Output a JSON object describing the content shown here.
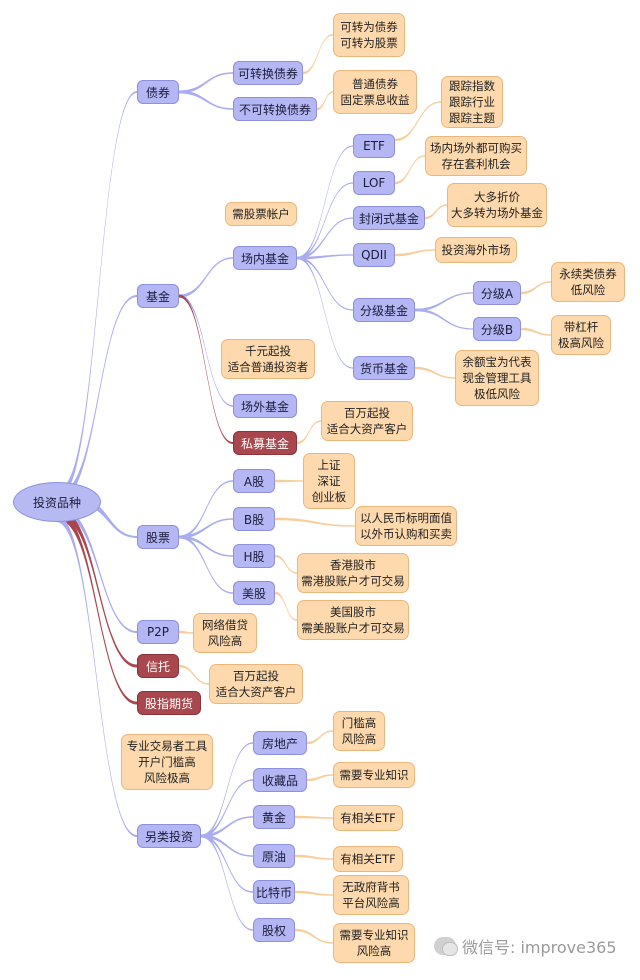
{
  "root": "投资品种",
  "categories": {
    "bonds": "债券",
    "funds": "基金",
    "stocks": "股票",
    "p2p": "P2P",
    "trust": "信托",
    "index_futures": "股指期货",
    "alternative": "另类投资"
  },
  "bonds": {
    "convertible": "可转换债券",
    "convertible_note": [
      "可转为债券",
      "可转为股票"
    ],
    "nonconvertible": "不可转换债券",
    "nonconvertible_note": [
      "普通债券",
      "固定票息收益"
    ]
  },
  "funds": {
    "onexchange": "场内基金",
    "onexchange_note": "需股票帐户",
    "etf": "ETF",
    "etf_note": [
      "跟踪指数",
      "跟踪行业",
      "跟踪主题"
    ],
    "lof": "LOF",
    "lof_note": [
      "场内场外都可购买",
      "存在套利机会"
    ],
    "closed": "封闭式基金",
    "closed_note": [
      "大多折价",
      "大多转为场外基金"
    ],
    "qdii": "QDII",
    "qdii_note": "投资海外市场",
    "graded": "分级基金",
    "graded_a": "分级A",
    "graded_a_note": [
      "永续类债券",
      "低风险"
    ],
    "graded_b": "分级B",
    "graded_b_note": [
      "带杠杆",
      "极高风险"
    ],
    "money": "货币基金",
    "money_note": [
      "余额宝为代表",
      "现金管理工具",
      "极低风险"
    ],
    "offexchange": "场外基金",
    "offexchange_note": [
      "千元起投",
      "适合普通投资者"
    ],
    "private": "私募基金",
    "private_note": [
      "百万起投",
      "适合大资产客户"
    ]
  },
  "stocks": {
    "a": "A股",
    "a_note": [
      "上证",
      "深证",
      "创业板"
    ],
    "b": "B股",
    "b_note": [
      "以人民币标明面值",
      "以外币认购和买卖"
    ],
    "h": "H股",
    "h_note": [
      "香港股市",
      "需港股账户才可交易"
    ],
    "us": "美股",
    "us_note": [
      "美国股市",
      "需美股账户才可交易"
    ]
  },
  "p2p_note": [
    "网络借贷",
    "风险高"
  ],
  "trust_note": [
    "百万起投",
    "适合大资产客户"
  ],
  "futures_note": [
    "专业交易者工具",
    "开户门槛高",
    "风险极高"
  ],
  "alternative": {
    "realestate": "房地产",
    "realestate_note": [
      "门槛高",
      "风险高"
    ],
    "collectibles": "收藏品",
    "collectibles_note": "需要专业知识",
    "gold": "黄金",
    "gold_note": "有相关ETF",
    "oil": "原油",
    "oil_note": "有相关ETF",
    "bitcoin": "比特币",
    "bitcoin_note": [
      "无政府背书",
      "平台风险高"
    ],
    "equity": "股权",
    "equity_note": [
      "需要专业知识",
      "风险高"
    ]
  },
  "watermark": "微信号: improve365",
  "colors": {
    "node_blue": "#b4b7f3",
    "node_red": "#a8474d",
    "note_orange": "#fdd9ad",
    "edge_blue": "#a9acef",
    "edge_red": "#a8474d",
    "edge_orange": "#f7cd9a"
  }
}
